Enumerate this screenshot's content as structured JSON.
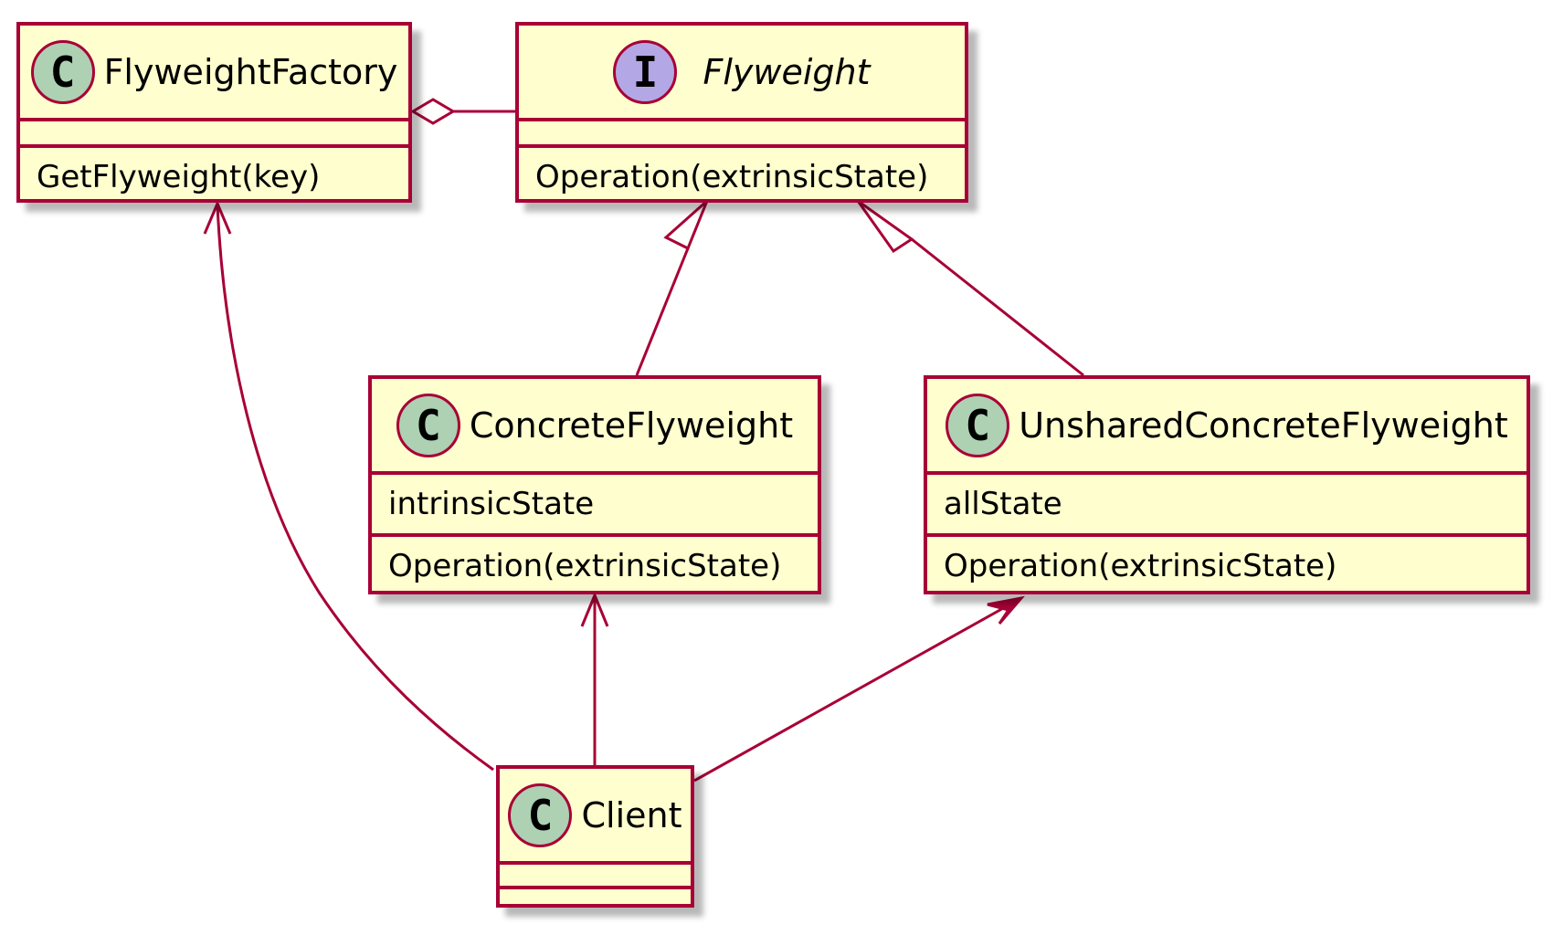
{
  "classes": [
    {
      "id": "flyweight_factory",
      "name": "FlyweightFactory",
      "stereotype": "C",
      "abstract": false,
      "fields": [],
      "methods": [
        "GetFlyweight(key)"
      ]
    },
    {
      "id": "flyweight",
      "name": "Flyweight",
      "stereotype": "I",
      "abstract": true,
      "fields": [],
      "methods": [
        "Operation(extrinsicState)"
      ]
    },
    {
      "id": "concrete_flyweight",
      "name": "ConcreteFlyweight",
      "stereotype": "C",
      "abstract": false,
      "fields": [
        "intrinsicState"
      ],
      "methods": [
        "Operation(extrinsicState)"
      ]
    },
    {
      "id": "unshared_concrete_flyweight",
      "name": "UnsharedConcreteFlyweight",
      "stereotype": "C",
      "abstract": false,
      "fields": [
        "allState"
      ],
      "methods": [
        "Operation(extrinsicState)"
      ]
    },
    {
      "id": "client",
      "name": "Client",
      "stereotype": "C",
      "abstract": false,
      "fields": [],
      "methods": []
    }
  ],
  "relations": [
    {
      "type": "aggregation",
      "from": "flyweight_factory",
      "to": "flyweight"
    },
    {
      "type": "generalization",
      "from": "concrete_flyweight",
      "to": "flyweight"
    },
    {
      "type": "generalization",
      "from": "unshared_concrete_flyweight",
      "to": "flyweight"
    },
    {
      "type": "association",
      "from": "client",
      "to": "flyweight_factory"
    },
    {
      "type": "association",
      "from": "client",
      "to": "concrete_flyweight"
    },
    {
      "type": "association",
      "from": "client",
      "to": "unshared_concrete_flyweight"
    }
  ],
  "colors": {
    "class_fill": "#fefece",
    "border": "#a80036",
    "class_stereo_fill": "#add1b2",
    "interface_stereo_fill": "#b4a7e5"
  }
}
